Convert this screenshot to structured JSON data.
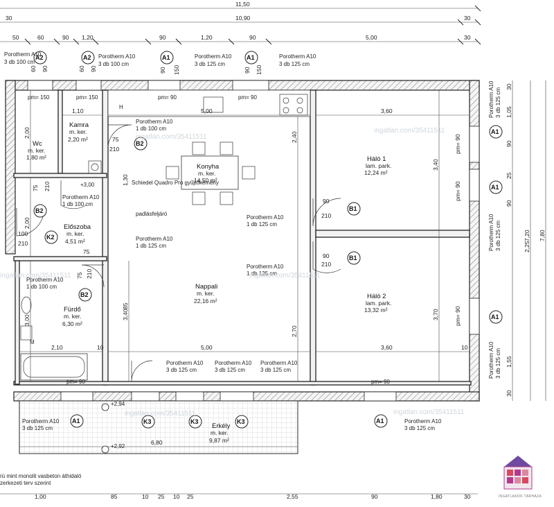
{
  "dims_top_outer": [
    "11,50"
  ],
  "dims_top_mid": [
    "10,90",
    "30",
    "30"
  ],
  "dims_top_row": [
    "50",
    "60",
    "90",
    "1,20",
    "90",
    "1,20",
    "90",
    "5,00",
    "30"
  ],
  "dims_bottom": [
    "1,00",
    "85",
    "10",
    "25",
    "10",
    "25",
    "2,55",
    "90",
    "1,80",
    "30"
  ],
  "dims_right_outer": [
    "7,80"
  ],
  "dims_right_mid": [
    "2,25",
    "7,20"
  ],
  "dims_right_inner": [
    "30",
    "1,05",
    "90",
    "25",
    "90",
    "1,55",
    "30"
  ],
  "windows": [
    {
      "tag": "A2",
      "label": "Porotherm A10",
      "detail": "3 db 100 cm",
      "dims": [
        "60",
        "90"
      ]
    },
    {
      "tag": "A2",
      "label": "Porotherm A10",
      "detail": "3 db 100 cm",
      "dims": [
        "60",
        "90"
      ]
    },
    {
      "tag": "A1",
      "label": "Porotherm A10",
      "detail": "3 db 125 cm",
      "dims": [
        "90",
        "150"
      ]
    },
    {
      "tag": "A1",
      "label": "Porotherm A10",
      "detail": "3 db 125 cm",
      "dims": [
        "90",
        "150"
      ]
    }
  ],
  "rooms": [
    {
      "name": "Kamra",
      "floor": "m. ker.",
      "area": "2,20 m²"
    },
    {
      "name": "Wc",
      "floor": "m. ker.",
      "area": "1,80 m²"
    },
    {
      "name": "Konyha",
      "floor": "m. ker.",
      "area": "14,50 m²"
    },
    {
      "name": "Háló 1",
      "floor": "lam. park.",
      "area": "12,24 m²"
    },
    {
      "name": "Előszoba",
      "floor": "m. ker.",
      "area": "4,51 m²"
    },
    {
      "name": "Nappali",
      "floor": "m. ker.",
      "area": "22,16 m²"
    },
    {
      "name": "Háló 2",
      "floor": "lam. park.",
      "area": "13,32 m²"
    },
    {
      "name": "Fürdő",
      "floor": "m. ker.",
      "area": "6,30 m²"
    },
    {
      "name": "Erkély",
      "floor": "m. ker.",
      "area": "9,87 m²"
    }
  ],
  "inner_dims": {
    "kamra_w": "1,10",
    "konyha_w": "5,00",
    "halo_w": "3,60",
    "nappali_w": "5,00",
    "furdo_w": "2,10",
    "halo2_w": "3,60",
    "erkely_w": "6,80",
    "kamra_h": "2,00",
    "eloszoba_h": "2,00",
    "nappali_h": "3,40",
    "furdo_h": "3,00",
    "konyha_h": "2,40",
    "halo1_h": "3,40",
    "halo2_h": "3,70",
    "nappali_h2": "2,70",
    "d1_30": "1,30",
    "d_85": "85",
    "d_10a": "10",
    "d_10b": "10",
    "d_75a": "75",
    "d_75b": "75"
  },
  "pm_labels": [
    "pm= 150",
    "pm= 150",
    "pm= 90",
    "pm= 90",
    "pm= 90",
    "pm= 90",
    "pm= 90",
    "pm= 90",
    "pm= 90"
  ],
  "doors": [
    {
      "tag": "B2",
      "label": "Porotherm A10",
      "detail": "1 db 100 cm",
      "w": "75",
      "h": "210"
    },
    {
      "tag": "B2",
      "label": "Porotherm A10",
      "detail": "1 db 100 cm",
      "w": "75",
      "h": "210"
    },
    {
      "tag": "B2",
      "label": "Porotherm A10",
      "detail": "1 db 100 cm",
      "w": "75",
      "h": "210"
    },
    {
      "tag": "K2",
      "label": "Porotherm A10",
      "detail": "1 db 125 cm",
      "w": "100",
      "h": "210"
    },
    {
      "tag": "B1",
      "label": "Porotherm A10",
      "detail": "1 db 125 cm",
      "w": "90",
      "h": "210"
    },
    {
      "tag": "B1",
      "label": "Porotherm A10",
      "detail": "1 db 125 cm",
      "w": "90",
      "h": "210"
    }
  ],
  "bottom_openings": [
    {
      "tag": "A1",
      "label": "Porotherm A10",
      "detail": "3 db 125 cm"
    },
    {
      "tag": "K3",
      "label": "Porotherm A10",
      "detail": "3 db 125 cm"
    },
    {
      "tag": "K3",
      "label": "Porotherm A10",
      "detail": "3 db 125 cm"
    },
    {
      "tag": "K3",
      "label": "Porotherm A10",
      "detail": "3 db 125 cm"
    },
    {
      "tag": "A1",
      "label": "Porotherm A10",
      "detail": "3 db 125 cm"
    }
  ],
  "right_side_windows": [
    {
      "label": "Porotherm A10",
      "detail": "3 db 125 cm"
    },
    {
      "label": "Porotherm A10",
      "detail": "3 db 125 cm"
    },
    {
      "label": "Porotherm A10",
      "detail": "3 db 125 cm"
    }
  ],
  "misc_notes": {
    "chimney": "Schiedel Quadro Pro gyűjtőkémény",
    "attic": "padlásfeljáró",
    "level1": "+3,00",
    "level2": "+2,94",
    "level3": "+2,92",
    "beam1": "rú mint monolit vasbeton áthidaló",
    "beam2": "zerkezeti terv szerint",
    "h_mark": "H",
    "m_mark": "M"
  },
  "watermarks": [
    "ingatlan.com/35411511",
    "ingatlan.com/35411511",
    "ingatlan.com/35411511",
    "ingatlan.com/35411511",
    "ingatlan.com/35411511",
    "ingatlan.com/35411511"
  ],
  "logo": {
    "caption": "INGATLANOK TÁRHÁZA",
    "colors": [
      "#d9485f",
      "#b33a8a",
      "#6f4aa0",
      "#d98aa0"
    ]
  }
}
